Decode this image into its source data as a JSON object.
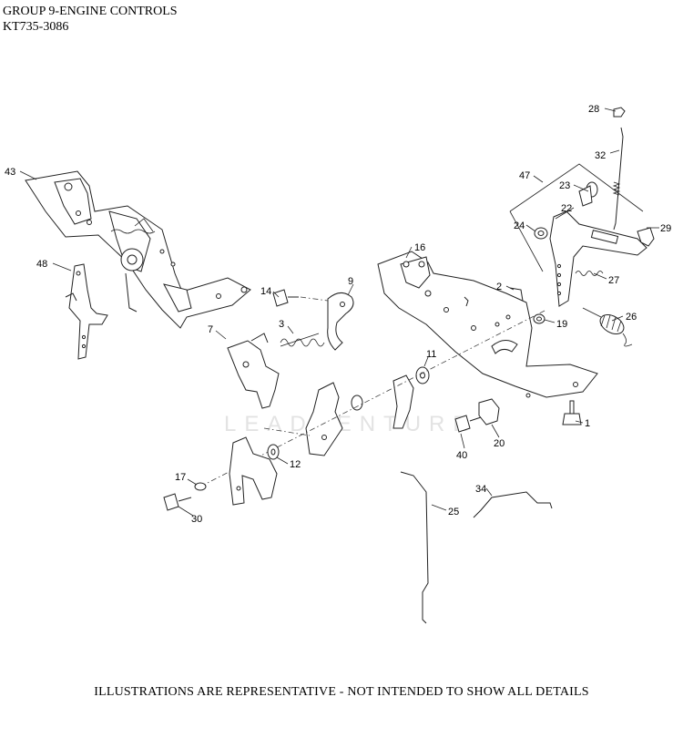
{
  "header": {
    "title": "GROUP 9-ENGINE CONTROLS",
    "model": "KT735-3086"
  },
  "footer": {
    "note": "ILLUSTRATIONS ARE REPRESENTATIVE - NOT INTENDED TO SHOW ALL DETAILS"
  },
  "watermark": {
    "text": "LEADVENTURE"
  },
  "callouts": [
    {
      "id": "c28",
      "label": "28"
    },
    {
      "id": "c32",
      "label": "32"
    },
    {
      "id": "c47",
      "label": "47"
    },
    {
      "id": "c23",
      "label": "23"
    },
    {
      "id": "c22",
      "label": "22"
    },
    {
      "id": "c24",
      "label": "24"
    },
    {
      "id": "c29",
      "label": "29"
    },
    {
      "id": "c27",
      "label": "27"
    },
    {
      "id": "c26",
      "label": "26"
    },
    {
      "id": "c43",
      "label": "43"
    },
    {
      "id": "c48",
      "label": "48"
    },
    {
      "id": "c16",
      "label": "16"
    },
    {
      "id": "c14",
      "label": "14"
    },
    {
      "id": "c9",
      "label": "9"
    },
    {
      "id": "c2",
      "label": "2"
    },
    {
      "id": "c19",
      "label": "19"
    },
    {
      "id": "c3",
      "label": "3"
    },
    {
      "id": "c7",
      "label": "7"
    },
    {
      "id": "c11",
      "label": "11"
    },
    {
      "id": "c1",
      "label": "1"
    },
    {
      "id": "c40",
      "label": "40"
    },
    {
      "id": "c20",
      "label": "20"
    },
    {
      "id": "c12",
      "label": "12"
    },
    {
      "id": "c17",
      "label": "17"
    },
    {
      "id": "c30",
      "label": "30"
    },
    {
      "id": "c34",
      "label": "34"
    },
    {
      "id": "c25",
      "label": "25"
    }
  ]
}
